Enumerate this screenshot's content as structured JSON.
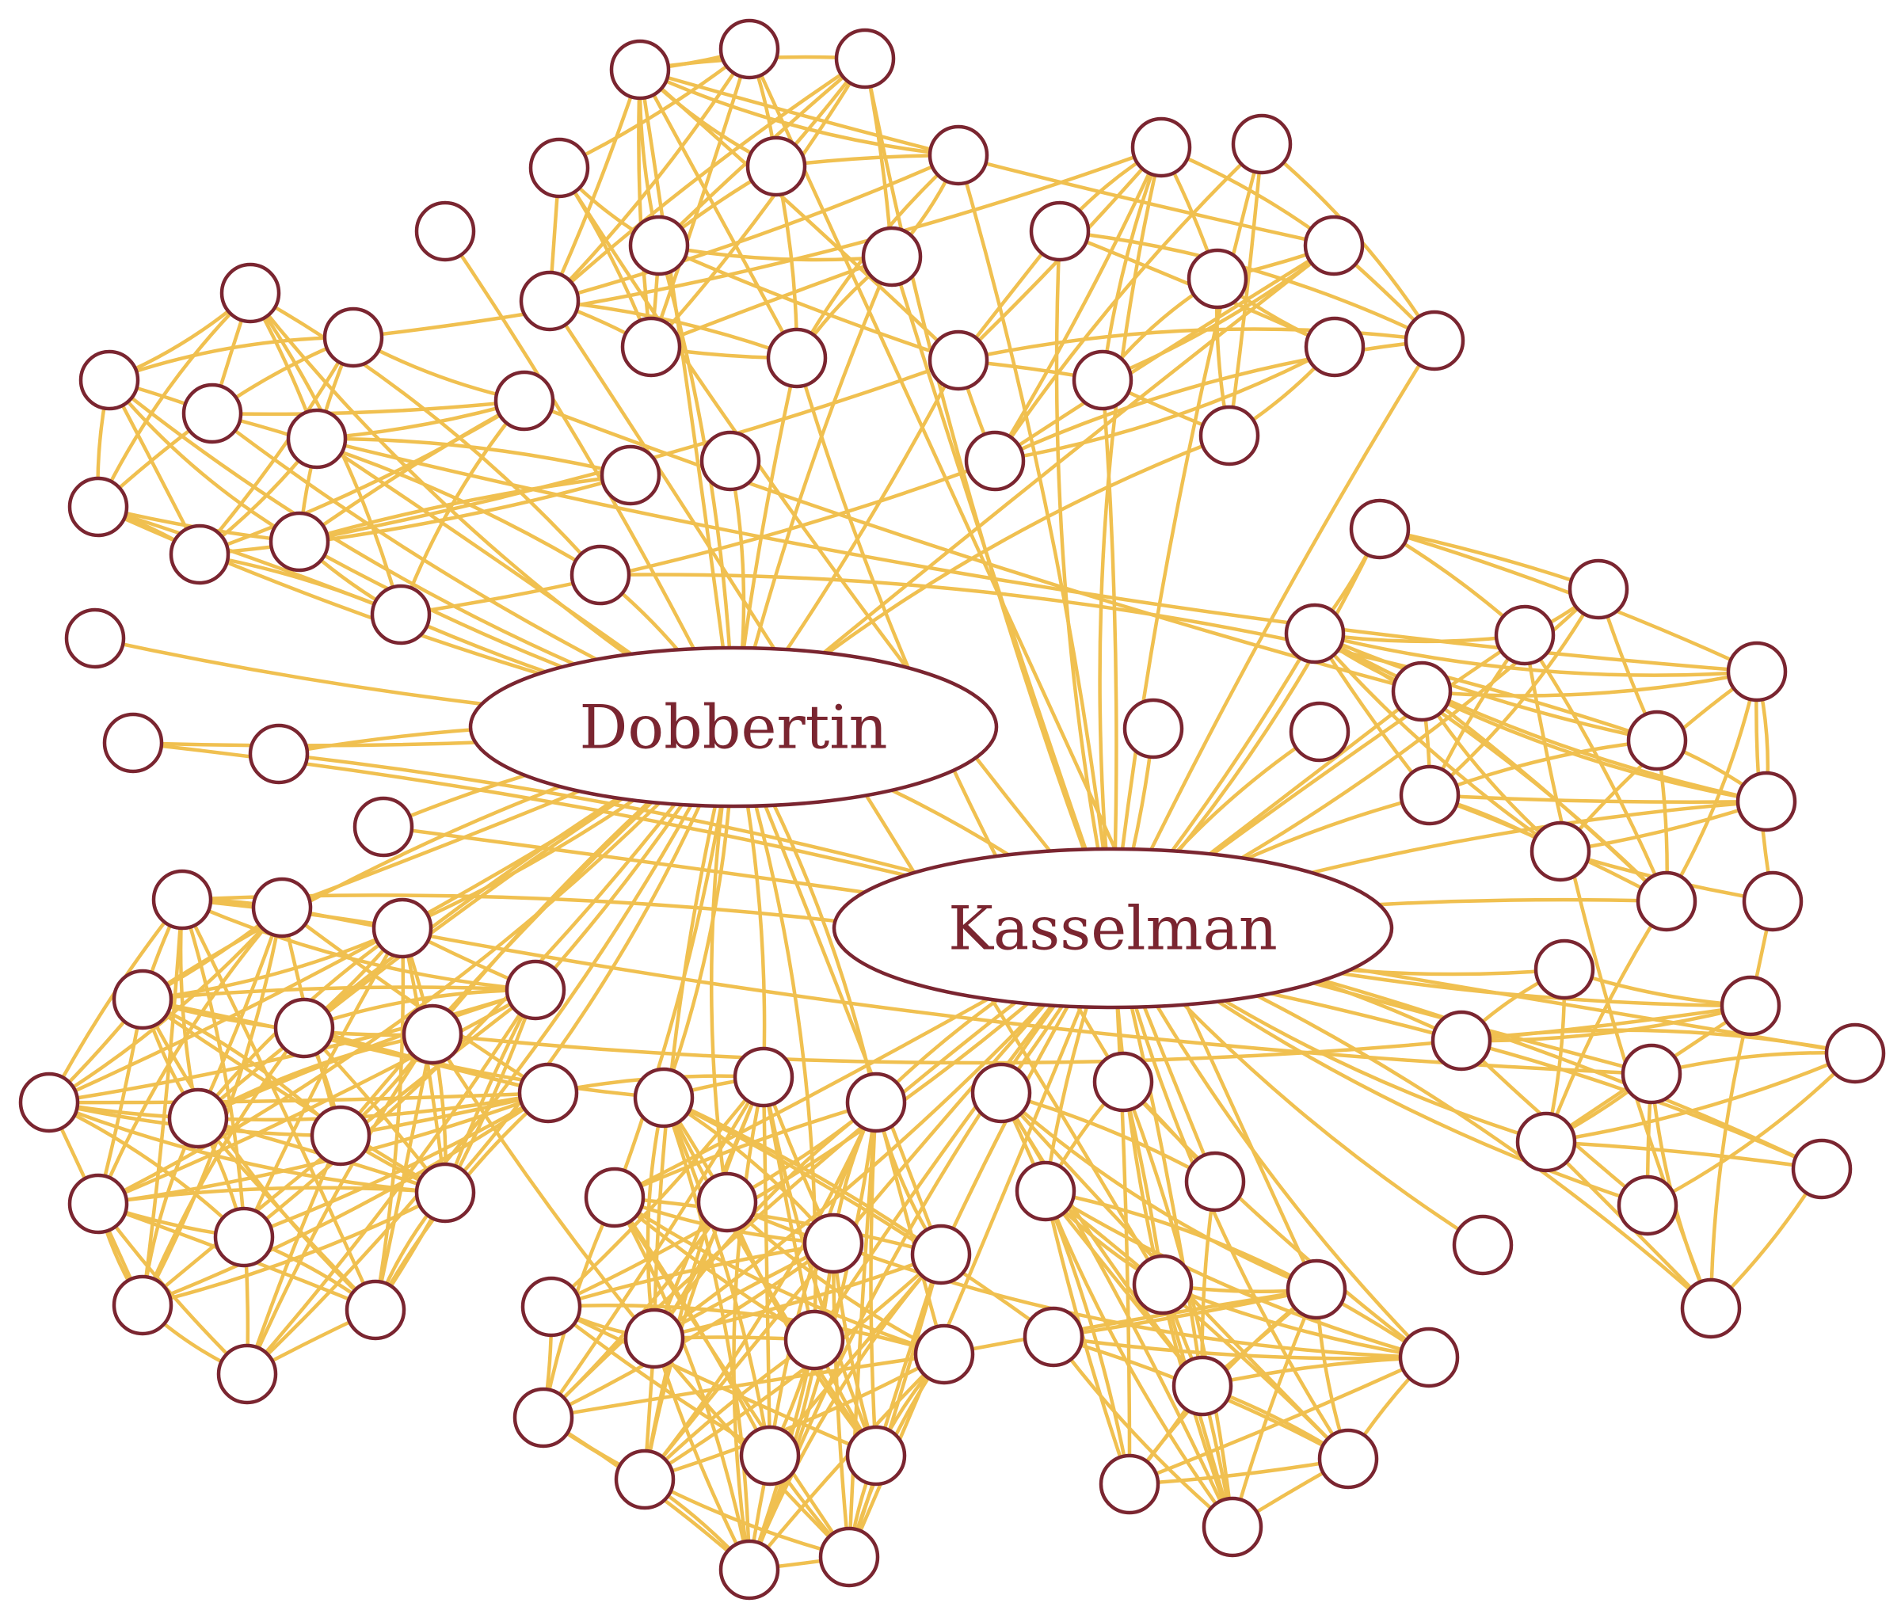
{
  "colors": {
    "edge": "#f0c050",
    "node_stroke": "#7a2530",
    "node_fill": "#ffffff",
    "label": "#7a2530"
  },
  "hubs": [
    {
      "id": "dobbertin",
      "label": "Dobbertin"
    },
    {
      "id": "kasselman",
      "label": "Kasselman"
    }
  ]
}
